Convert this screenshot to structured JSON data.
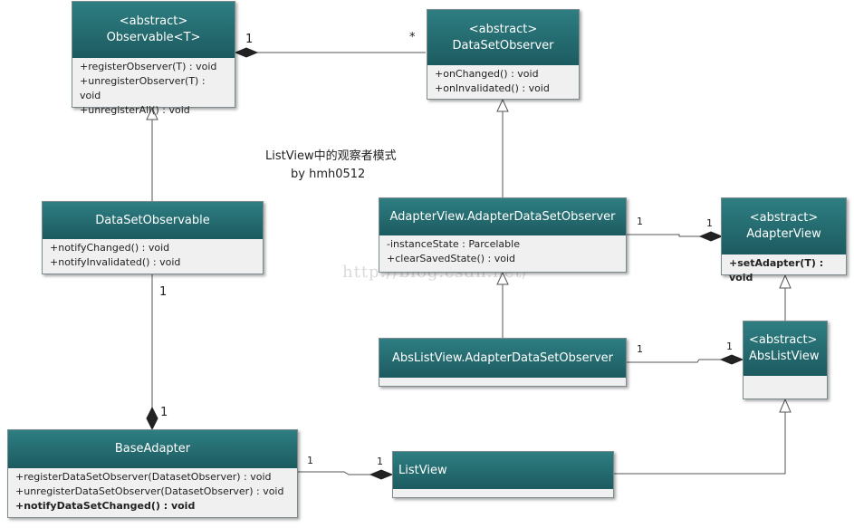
{
  "diagram": {
    "title": "ListView中的观察者模式",
    "author": "by hmh0512",
    "watermark": "http://blog.csdn.net/"
  },
  "classes": {
    "observable": {
      "stereotype": "<abstract>",
      "name": "Observable<T>",
      "members": [
        "+registerObserver(T) : void",
        "+unregisterObserver(T) : void",
        "+unregisterAll() : void"
      ]
    },
    "datasetobserver": {
      "stereotype": "<abstract>",
      "name": "DataSetObserver",
      "members": [
        "+onChanged() : void",
        "+onInvalidated() : void"
      ]
    },
    "datasetobservable": {
      "name": "DataSetObservable",
      "members": [
        "+notifyChanged() : void",
        "+notifyInvalidated() : void"
      ]
    },
    "adapterview_observer": {
      "name": "AdapterView.AdapterDataSetObserver",
      "members": [
        "-instanceState : Parcelable",
        "+clearSavedState() : void"
      ]
    },
    "adapterview": {
      "stereotype": "<abstract>",
      "name": "AdapterView",
      "members": [
        "+setAdapter(T) : void"
      ]
    },
    "abslistview_observer": {
      "name": "AbsListView.AdapterDataSetObserver",
      "members": []
    },
    "abslistview": {
      "stereotype": "<abstract>",
      "name": "AbsListView",
      "members": []
    },
    "baseadapter": {
      "name": "BaseAdapter",
      "members": [
        "+registerDataSetObserver(DatasetObserver) : void",
        "+unregisterDataSetObserver(DatasetObserver) : void",
        "+notifyDataSetChanged() : void"
      ]
    },
    "listview": {
      "name": "ListView",
      "members": []
    }
  },
  "multiplicities": {
    "obs_dso_left": "1",
    "obs_dso_right": "*",
    "dsob_ba_top": "1",
    "dsob_ba_bottom": "1",
    "avo_av_left": "1",
    "avo_av_right": "1",
    "alo_al_left": "1",
    "alo_al_right": "1",
    "ba_lv_left": "1",
    "ba_lv_right": "1"
  }
}
